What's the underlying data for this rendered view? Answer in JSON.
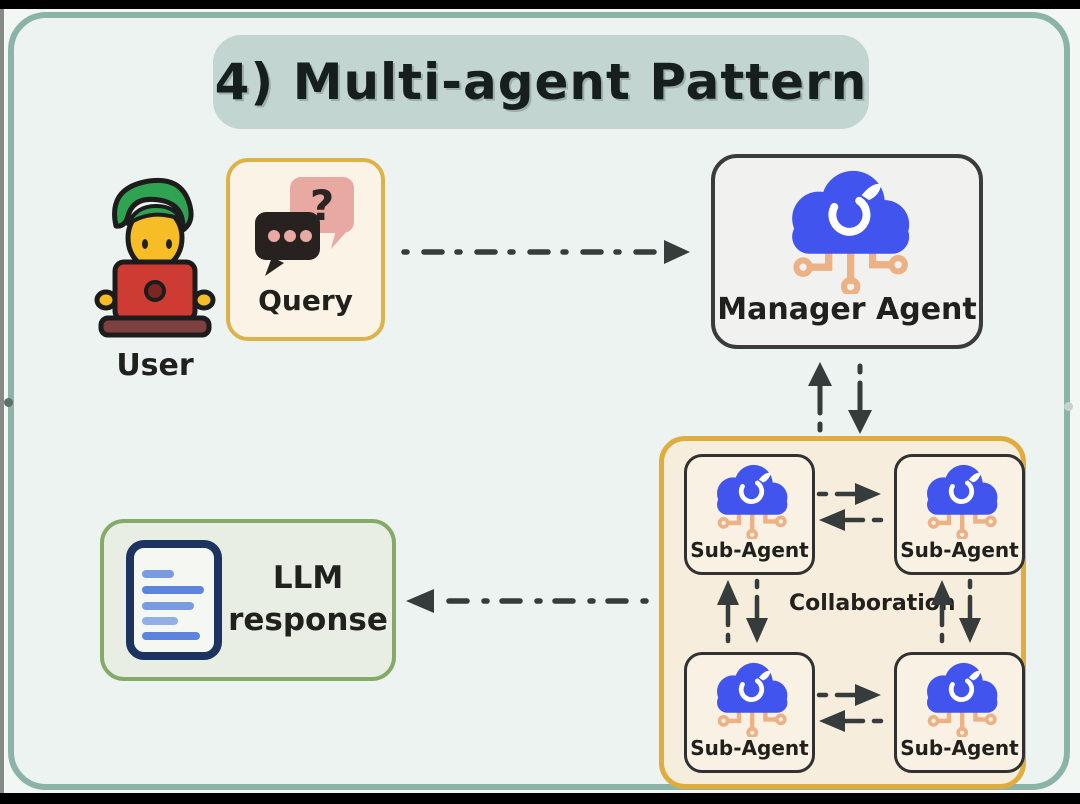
{
  "title": "4) Multi-agent Pattern",
  "user": {
    "label": "User",
    "icon": "person-laptop-icon"
  },
  "query": {
    "label": "Query",
    "icon": "chat-bubbles-question-icon"
  },
  "manager": {
    "label": "Manager Agent",
    "icon": "ai-cloud-circuit-icon"
  },
  "subagent_group": {
    "collaboration_label": "Collaboration",
    "items": [
      {
        "label": "Sub-Agent",
        "icon": "ai-cloud-circuit-icon"
      },
      {
        "label": "Sub-Agent",
        "icon": "ai-cloud-circuit-icon"
      },
      {
        "label": "Sub-Agent",
        "icon": "ai-cloud-circuit-icon"
      },
      {
        "label": "Sub-Agent",
        "icon": "ai-cloud-circuit-icon"
      }
    ]
  },
  "llm_response": {
    "line1": "LLM",
    "line2": "response",
    "icon": "document-icon"
  },
  "colors": {
    "frame_border": "#8cb3a8",
    "canvas_bg": "#edf3f0",
    "title_pill_bg": "#c3d5d1",
    "query_border": "#dbb34a",
    "group_border": "#e0ac3e",
    "group_bg": "#f6eddc",
    "manager_border": "#3b3b3b",
    "llm_border": "#86a968",
    "cloud_blue": "#4254ee",
    "circuit_orange": "#ecb185",
    "arrow": "#353c3b",
    "bubble_pink": "#e7a9a2",
    "bubble_black": "#272120",
    "doc_border": "#1d3460"
  }
}
